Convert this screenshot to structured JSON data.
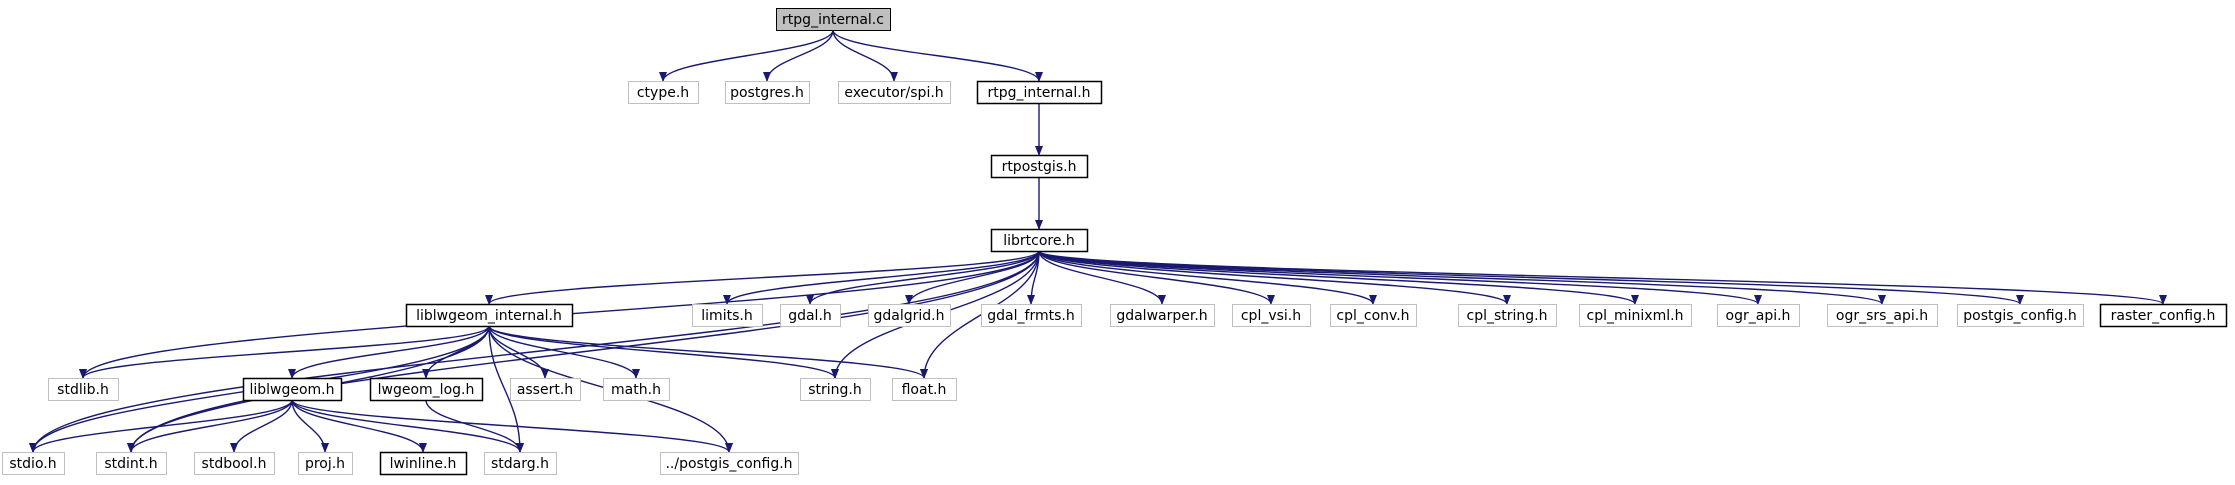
{
  "diagram": {
    "type": "include-dependency-graph",
    "colors": {
      "edge": "#191970",
      "root_fill": "#bfbfbf",
      "documented_border": "#000000",
      "undocumented_border": "#bfbfbf",
      "node_fill": "#ffffff"
    },
    "nodes": [
      {
        "id": "rtpg_internal_c",
        "label": "rtpg_internal.c",
        "style": "root"
      },
      {
        "id": "ctype_h",
        "label": "ctype.h",
        "style": "undocumented"
      },
      {
        "id": "postgres_h",
        "label": "postgres.h",
        "style": "undocumented"
      },
      {
        "id": "executor_spi_h",
        "label": "executor/spi.h",
        "style": "undocumented"
      },
      {
        "id": "rtpg_internal_h",
        "label": "rtpg_internal.h",
        "style": "documented"
      },
      {
        "id": "rtpostgis_h",
        "label": "rtpostgis.h",
        "style": "documented"
      },
      {
        "id": "librtcore_h",
        "label": "librtcore.h",
        "style": "documented"
      },
      {
        "id": "liblwgeom_internal_h",
        "label": "liblwgeom_internal.h",
        "style": "documented"
      },
      {
        "id": "limits_h",
        "label": "limits.h",
        "style": "undocumented"
      },
      {
        "id": "gdal_h",
        "label": "gdal.h",
        "style": "undocumented"
      },
      {
        "id": "gdalgrid_h",
        "label": "gdalgrid.h",
        "style": "undocumented"
      },
      {
        "id": "gdal_frmts_h",
        "label": "gdal_frmts.h",
        "style": "undocumented"
      },
      {
        "id": "gdalwarper_h",
        "label": "gdalwarper.h",
        "style": "undocumented"
      },
      {
        "id": "cpl_vsi_h",
        "label": "cpl_vsi.h",
        "style": "undocumented"
      },
      {
        "id": "cpl_conv_h",
        "label": "cpl_conv.h",
        "style": "undocumented"
      },
      {
        "id": "cpl_string_h",
        "label": "cpl_string.h",
        "style": "undocumented"
      },
      {
        "id": "cpl_minixml_h",
        "label": "cpl_minixml.h",
        "style": "undocumented"
      },
      {
        "id": "ogr_api_h",
        "label": "ogr_api.h",
        "style": "undocumented"
      },
      {
        "id": "ogr_srs_api_h",
        "label": "ogr_srs_api.h",
        "style": "undocumented"
      },
      {
        "id": "postgis_config_h",
        "label": "postgis_config.h",
        "style": "undocumented"
      },
      {
        "id": "raster_config_h",
        "label": "raster_config.h",
        "style": "documented"
      },
      {
        "id": "stdlib_h",
        "label": "stdlib.h",
        "style": "undocumented"
      },
      {
        "id": "liblwgeom_h",
        "label": "liblwgeom.h",
        "style": "documented"
      },
      {
        "id": "lwgeom_log_h",
        "label": "lwgeom_log.h",
        "style": "documented"
      },
      {
        "id": "assert_h",
        "label": "assert.h",
        "style": "undocumented"
      },
      {
        "id": "math_h",
        "label": "math.h",
        "style": "undocumented"
      },
      {
        "id": "string_h",
        "label": "string.h",
        "style": "undocumented"
      },
      {
        "id": "float_h",
        "label": "float.h",
        "style": "undocumented"
      },
      {
        "id": "stdio_h",
        "label": "stdio.h",
        "style": "undocumented"
      },
      {
        "id": "stdint_h",
        "label": "stdint.h",
        "style": "undocumented"
      },
      {
        "id": "stdbool_h",
        "label": "stdbool.h",
        "style": "undocumented"
      },
      {
        "id": "proj_h",
        "label": "proj.h",
        "style": "undocumented"
      },
      {
        "id": "lwinline_h",
        "label": "lwinline.h",
        "style": "documented"
      },
      {
        "id": "stdarg_h",
        "label": "stdarg.h",
        "style": "undocumented"
      },
      {
        "id": "dotdot_postgis_config_h",
        "label": "../postgis_config.h",
        "style": "undocumented"
      }
    ],
    "edges": [
      {
        "from": "rtpg_internal_c",
        "to": "ctype_h"
      },
      {
        "from": "rtpg_internal_c",
        "to": "postgres_h"
      },
      {
        "from": "rtpg_internal_c",
        "to": "executor_spi_h"
      },
      {
        "from": "rtpg_internal_c",
        "to": "rtpg_internal_h"
      },
      {
        "from": "rtpg_internal_h",
        "to": "rtpostgis_h"
      },
      {
        "from": "rtpostgis_h",
        "to": "librtcore_h"
      },
      {
        "from": "librtcore_h",
        "to": "liblwgeom_internal_h"
      },
      {
        "from": "librtcore_h",
        "to": "limits_h"
      },
      {
        "from": "librtcore_h",
        "to": "gdal_h"
      },
      {
        "from": "librtcore_h",
        "to": "gdalgrid_h"
      },
      {
        "from": "librtcore_h",
        "to": "gdal_frmts_h"
      },
      {
        "from": "librtcore_h",
        "to": "gdalwarper_h"
      },
      {
        "from": "librtcore_h",
        "to": "cpl_vsi_h"
      },
      {
        "from": "librtcore_h",
        "to": "cpl_conv_h"
      },
      {
        "from": "librtcore_h",
        "to": "cpl_string_h"
      },
      {
        "from": "librtcore_h",
        "to": "cpl_minixml_h"
      },
      {
        "from": "librtcore_h",
        "to": "ogr_api_h"
      },
      {
        "from": "librtcore_h",
        "to": "ogr_srs_api_h"
      },
      {
        "from": "librtcore_h",
        "to": "postgis_config_h"
      },
      {
        "from": "librtcore_h",
        "to": "raster_config_h"
      },
      {
        "from": "librtcore_h",
        "to": "stdlib_h"
      },
      {
        "from": "librtcore_h",
        "to": "stdio_h"
      },
      {
        "from": "librtcore_h",
        "to": "stdint_h"
      },
      {
        "from": "librtcore_h",
        "to": "string_h"
      },
      {
        "from": "librtcore_h",
        "to": "float_h"
      },
      {
        "from": "liblwgeom_internal_h",
        "to": "stdlib_h"
      },
      {
        "from": "liblwgeom_internal_h",
        "to": "liblwgeom_h"
      },
      {
        "from": "liblwgeom_internal_h",
        "to": "lwgeom_log_h"
      },
      {
        "from": "liblwgeom_internal_h",
        "to": "assert_h"
      },
      {
        "from": "liblwgeom_internal_h",
        "to": "math_h"
      },
      {
        "from": "liblwgeom_internal_h",
        "to": "string_h"
      },
      {
        "from": "liblwgeom_internal_h",
        "to": "float_h"
      },
      {
        "from": "liblwgeom_internal_h",
        "to": "stdio_h"
      },
      {
        "from": "liblwgeom_internal_h",
        "to": "stdint_h"
      },
      {
        "from": "liblwgeom_internal_h",
        "to": "stdarg_h"
      },
      {
        "from": "liblwgeom_internal_h",
        "to": "dotdot_postgis_config_h"
      },
      {
        "from": "liblwgeom_h",
        "to": "stdio_h"
      },
      {
        "from": "liblwgeom_h",
        "to": "stdint_h"
      },
      {
        "from": "liblwgeom_h",
        "to": "stdbool_h"
      },
      {
        "from": "liblwgeom_h",
        "to": "proj_h"
      },
      {
        "from": "liblwgeom_h",
        "to": "lwinline_h"
      },
      {
        "from": "liblwgeom_h",
        "to": "stdarg_h"
      },
      {
        "from": "liblwgeom_h",
        "to": "dotdot_postgis_config_h"
      },
      {
        "from": "lwgeom_log_h",
        "to": "stdarg_h"
      }
    ]
  }
}
